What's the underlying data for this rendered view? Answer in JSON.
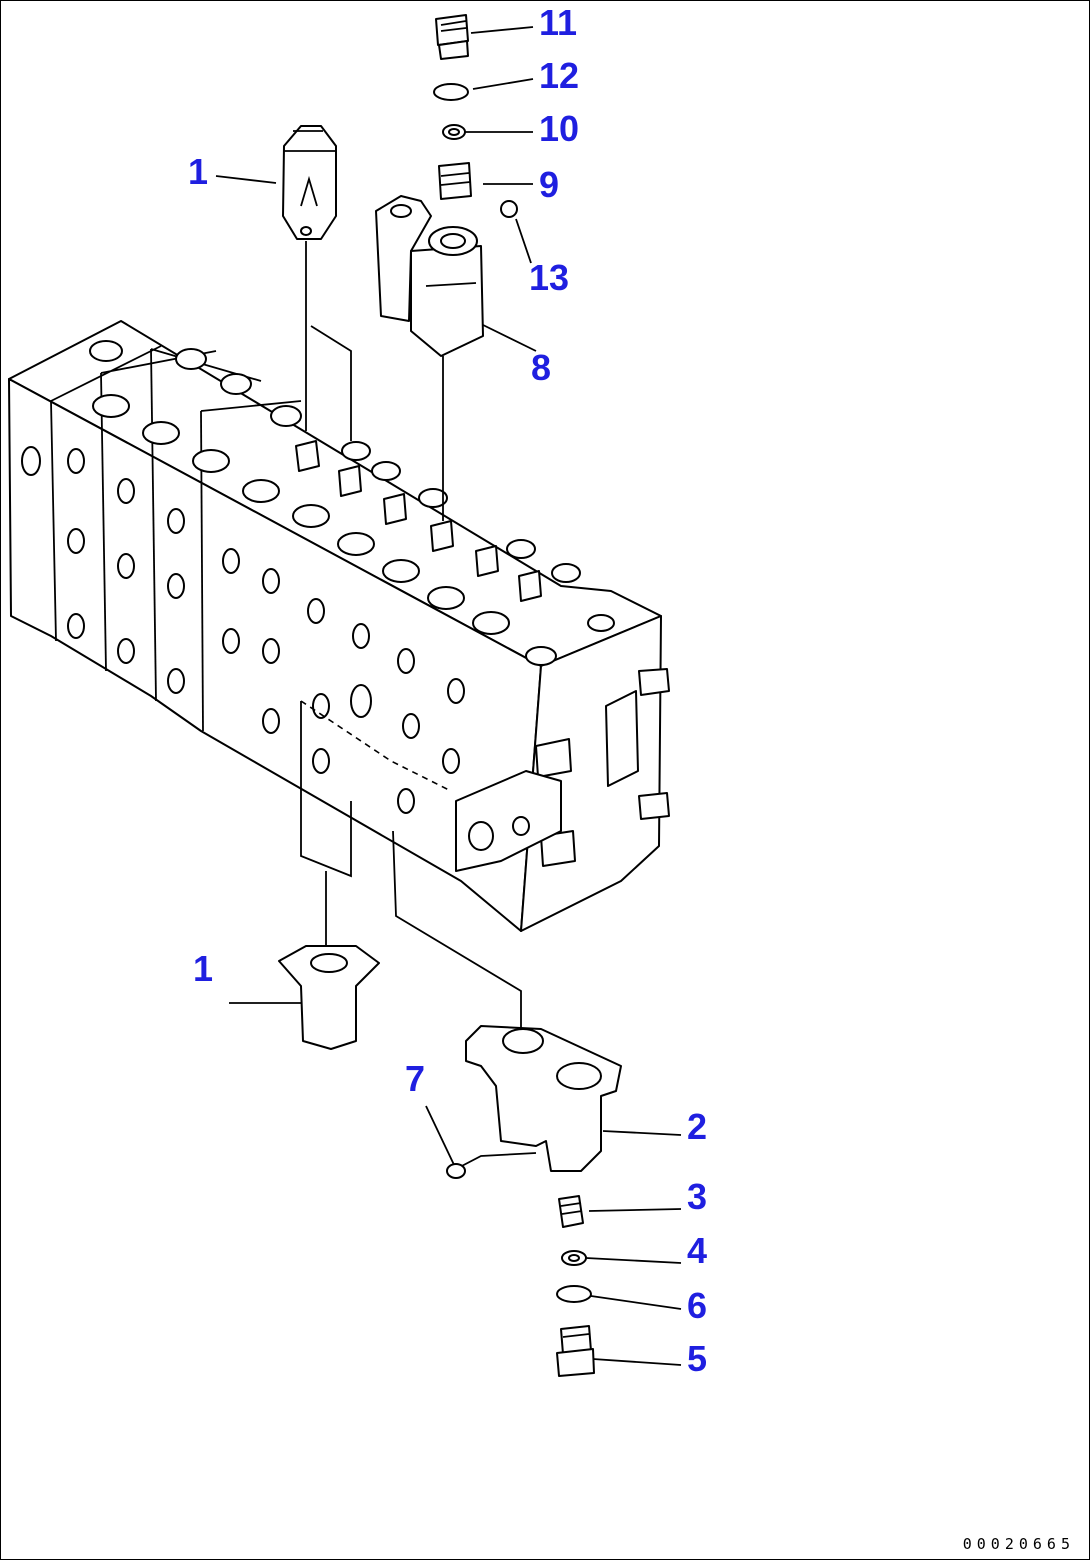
{
  "callouts": [
    {
      "id": "11",
      "label": "11"
    },
    {
      "id": "12",
      "label": "12"
    },
    {
      "id": "10",
      "label": "10"
    },
    {
      "id": "9",
      "label": "9"
    },
    {
      "id": "1a",
      "label": "1"
    },
    {
      "id": "13",
      "label": "13"
    },
    {
      "id": "8",
      "label": "8"
    },
    {
      "id": "1b",
      "label": "1"
    },
    {
      "id": "7",
      "label": "7"
    },
    {
      "id": "2",
      "label": "2"
    },
    {
      "id": "3",
      "label": "3"
    },
    {
      "id": "4",
      "label": "4"
    },
    {
      "id": "6",
      "label": "6"
    },
    {
      "id": "5",
      "label": "5"
    }
  ],
  "document_number": "00020665",
  "colors": {
    "callout": "#1f1fe0",
    "line": "#000000",
    "background": "#ffffff"
  }
}
